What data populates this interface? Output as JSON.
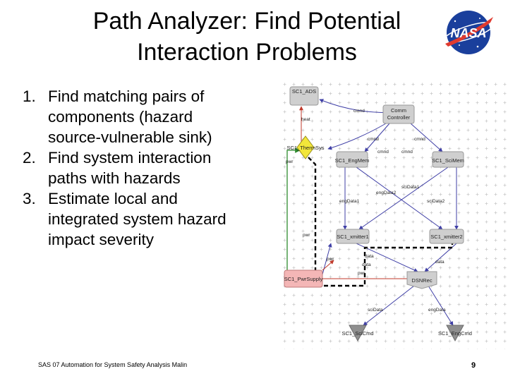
{
  "slide": {
    "title_line1": "Path Analyzer: Find Potential",
    "title_line2": "Interaction Problems",
    "logo_text": "NASA",
    "steps": [
      {
        "num": "1.",
        "lines": [
          "Find matching pairs of",
          "components (hazard",
          "source-vulnerable sink)"
        ]
      },
      {
        "num": "2.",
        "lines": [
          "Find system interaction",
          "paths with hazards"
        ]
      },
      {
        "num": "3.",
        "lines": [
          "Estimate local and",
          "integrated system hazard",
          "impact severity"
        ]
      }
    ],
    "footer": "SAS 07   Automation for System Safety Analysis   Malin",
    "page_number": "9"
  },
  "diagram": {
    "nodes": {
      "sc1_ads": "SC1_ADS",
      "comm_controller_1": "Comm",
      "comm_controller_2": "Controller",
      "sc1_thermsys": "SC1_ThermSys",
      "sc1_engmem": "SC1_EngMem",
      "sc1_scimem": "SC1_SciMem",
      "sc1_xmitter1": "SC1_xmitter1",
      "sc1_xmitter2": "SC1_xmitter2",
      "sc1_pwrsupply": "SC1_PwrSupply",
      "dsnrec": "DSNRec",
      "sc1_scicmd": "SC1_SciCmd",
      "sc1_engcmd": "SC1_EngCmd"
    },
    "edges": {
      "cmnd_ads": "cmnd",
      "heat": "heat",
      "cmnd_eng": "cmnd",
      "cmnd_sci": "cmnd",
      "cmnd_mid1": "cmnd",
      "cmnd_mid2": "cmnd",
      "pwr_therm": "pwr",
      "scidata1": "sciData1",
      "engdata2": "engData2",
      "engdata1": "engData1",
      "scidata2": "sciData2",
      "pwr_x1": "pwr",
      "pwr_x2": "pwr",
      "pwr_supply": "pwr",
      "data_a": "data",
      "data_b": "data",
      "data_c": "data",
      "scidata": "sciData",
      "engdata": "engData"
    }
  }
}
